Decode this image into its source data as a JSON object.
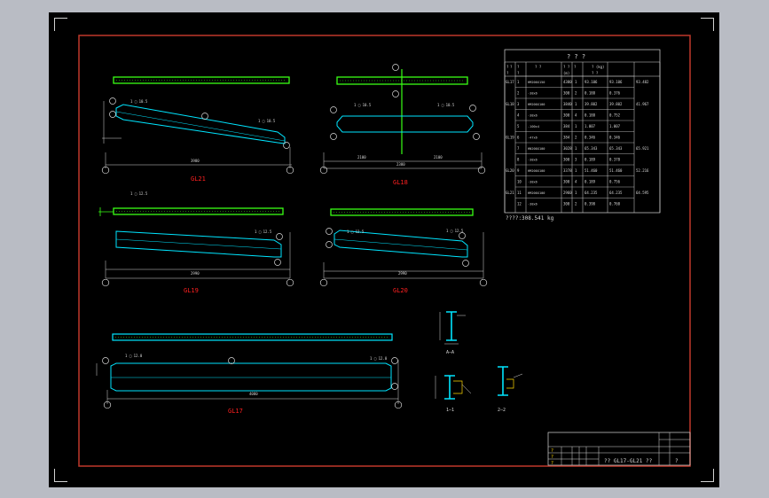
{
  "colors": {
    "background": "#000000",
    "frame": "#c0392b",
    "beam": "#00e5ff",
    "weld": "#39ff14",
    "dim": "#d8d8d8",
    "label": "#ff2020"
  },
  "beams": [
    {
      "name": "GL21",
      "span": "3980",
      "weld_note": "1 □ 10.5"
    },
    {
      "name": "GL18",
      "span": "2380",
      "weld_note": "1 □ 10.5",
      "dims": [
        "2100",
        "2100"
      ]
    },
    {
      "name": "GL19",
      "span": "2990",
      "weld_note": "1 □ 12.5"
    },
    {
      "name": "GL20",
      "span": "2990",
      "weld_note": "1 □ 12.5"
    },
    {
      "name": "GL17",
      "span": "4080",
      "weld_note": "1 □ 12.0"
    }
  ],
  "sections": {
    "aa": "A—A",
    "one": "1—1",
    "two": "2—2"
  },
  "table": {
    "title": "? ? ?",
    "headers": [
      "?",
      "?",
      "? ?",
      "? ?",
      "?",
      "? (kg)",
      "?"
    ],
    "subheaders": [
      "?",
      "?",
      "",
      "(m)",
      "",
      "?   ?",
      ""
    ],
    "rows": [
      {
        "member": "GL17",
        "no": "1",
        "spec": "HM200X150",
        "len": "4380",
        "qty": "1",
        "w1": "93.106",
        "w2": "93.106",
        "total": "93.482"
      },
      {
        "member": "",
        "no": "2",
        "spec": "-38x6",
        "len": "300",
        "qty": "2",
        "w1": "0.188",
        "w2": "0.376",
        "total": ""
      },
      {
        "member": "GL18",
        "no": "3",
        "spec": "HM200X100",
        "len": "3840",
        "qty": "1",
        "w1": "39.802",
        "w2": "39.802",
        "total": "41.967"
      },
      {
        "member": "",
        "no": "4",
        "spec": "-38x6",
        "len": "300",
        "qty": "4",
        "w1": "0.188",
        "w2": "0.752",
        "total": ""
      },
      {
        "member": "",
        "no": "5",
        "spec": "-100x4",
        "len": "384",
        "qty": "1",
        "w1": "1.007",
        "w2": "1.007",
        "total": ""
      },
      {
        "member": "GL19",
        "no": "6",
        "spec": "-47x6",
        "len": "384",
        "qty": "2",
        "w1": "0.346",
        "w2": "0.346",
        "total": ""
      },
      {
        "member": "",
        "no": "7",
        "spec": "HN200X100",
        "len": "3028",
        "qty": "1",
        "w1": "65.343",
        "w2": "65.343",
        "total": "65.921"
      },
      {
        "member": "",
        "no": "8",
        "spec": "-38x6",
        "len": "300",
        "qty": "3",
        "w1": "0.189",
        "w2": "0.378",
        "total": ""
      },
      {
        "member": "GL20",
        "no": "9",
        "spec": "HM200X100",
        "len": "3378",
        "qty": "1",
        "w1": "51.460",
        "w2": "51.460",
        "total": "52.216"
      },
      {
        "member": "",
        "no": "10",
        "spec": "-38x6",
        "len": "300",
        "qty": "4",
        "w1": "0.189",
        "w2": "0.756",
        "total": ""
      },
      {
        "member": "GL21",
        "no": "11",
        "spec": "HM200X100",
        "len": "2960",
        "qty": "1",
        "w1": "64.235",
        "w2": "64.235",
        "total": "64.595"
      },
      {
        "member": "",
        "no": "12",
        "spec": "-38x6",
        "len": "300",
        "qty": "2",
        "w1": "0.390",
        "w2": "0.760",
        "total": ""
      }
    ],
    "footer": "????:308.541 kg"
  },
  "title_block": {
    "drawing_name": "?? GL17-GL21 ??",
    "sheet": "?",
    "rows": [
      "?",
      "?",
      "?"
    ]
  }
}
